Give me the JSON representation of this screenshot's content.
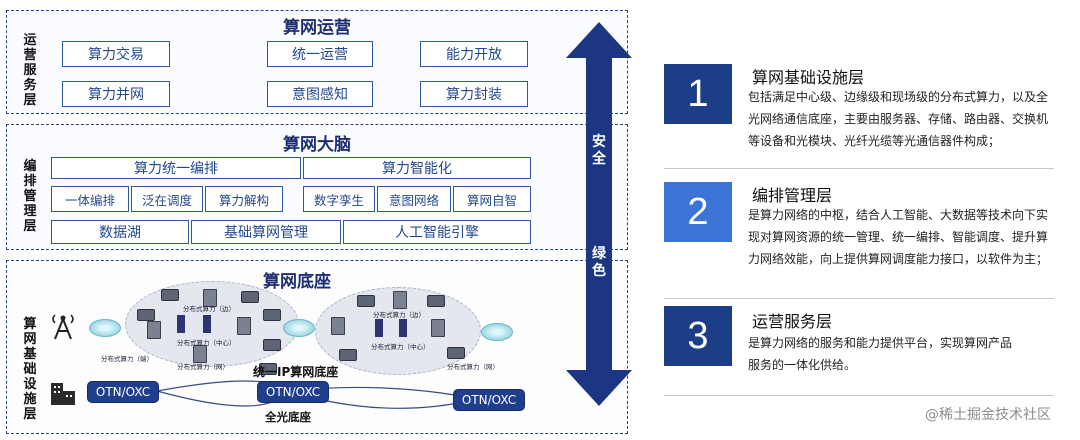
{
  "operation": {
    "title": "算网运营",
    "side_label": "运营服务层",
    "items": [
      "算力交易",
      "统一运营",
      "能力开放",
      "算力并网",
      "意图感知",
      "算力封装"
    ]
  },
  "brain": {
    "title": "算网大脑",
    "side_label": "编排管理层",
    "row1": [
      "算力统一编排",
      "算力智能化"
    ],
    "row2": [
      "一体编排",
      "泛在调度",
      "算力解构",
      "数字孪生",
      "意图网络",
      "算网自智"
    ],
    "row3": [
      "数据湖",
      "基础算网管理",
      "人工智能引擎"
    ]
  },
  "base": {
    "title": "算网底座",
    "side_label": "算网基础设施层",
    "left_cloud": {
      "label_edge": "分布式算力（边）",
      "label_center": "分布式算力（中心）",
      "label_bottom": "分布式算力（网）",
      "label_left": "分布式算力（端）"
    },
    "right_cloud": {
      "label_edge": "分布式算力（边）",
      "label_center": "分布式算力（中心）",
      "label_bottom": "分布式算力（网）"
    },
    "ip_label": "统一IP算网底座",
    "otn": [
      "OTN/OXC",
      "OTN/OXC",
      "OTN/OXC"
    ],
    "optical_label": "全光底座"
  },
  "arrow": {
    "top": "安全",
    "bottom": "绿色"
  },
  "legend": [
    {
      "num": "1",
      "title": "算网基础设施层",
      "desc": "包括满足中心级、边缘级和现场级的分布式算力，以及全光网络通信底座，主要由服务器、存储、路由器、交换机等设备和光模块、光纤光缆等光通信器件构成；",
      "color": "#1c3e87"
    },
    {
      "num": "2",
      "title": "编排管理层",
      "desc": "是算力网络的中枢，结合人工智能、大数据等技术向下实现对算网资源的统一管理、统一编排、智能调度、提升算力网络效能，向上提供算网调度能力接口，以软件为主；",
      "color": "#3c73d6"
    },
    {
      "num": "3",
      "title": "运营服务层",
      "desc": "是算力网络的服务和能力提供平台，实现算网产品服务的一体化供给。",
      "color": "#1c3e87"
    }
  ],
  "watermark": "@稀土掘金技术社区"
}
